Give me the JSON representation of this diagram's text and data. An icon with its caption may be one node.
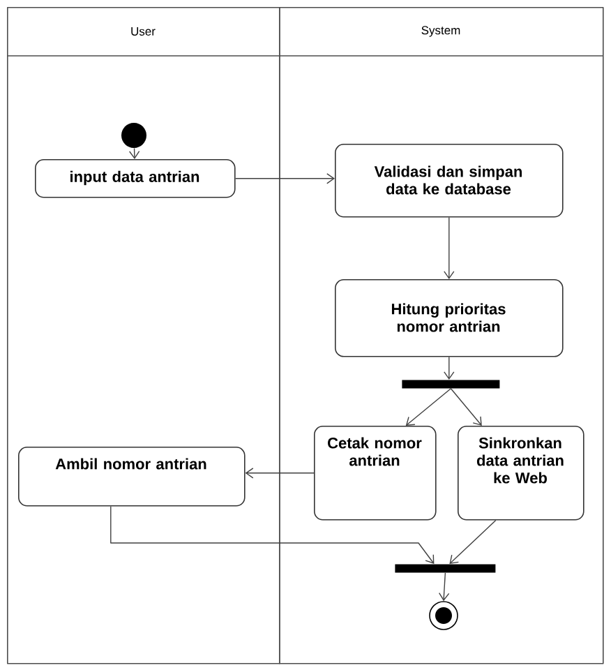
{
  "diagram": {
    "nodes": [
      {
        "text": [
          "User"
        ]
      },
      {
        "text": [
          "System"
        ]
      },
      {
        "text": [],
        "shape": "circle",
        "in": 0
      },
      {
        "text": [
          "input data antrian"
        ],
        "in": 0
      },
      {
        "text": [
          "Validasi dan simpan data ke database"
        ],
        "in": 1
      },
      {
        "text": [
          "Hitung prioritas nomor antrian"
        ],
        "in": 1
      },
      {
        "text": [],
        "shape": "bar",
        "in": 1
      },
      {
        "text": [
          "Cetak nomor antrian"
        ],
        "in": 1
      },
      {
        "text": [
          "Sinkronkan data antrian ke Web"
        ],
        "in": 1
      },
      {
        "text": [
          "Ambil nomor antrian"
        ],
        "in": 0
      },
      {
        "text": [],
        "shape": "bar",
        "in": 1
      },
      {
        "text": [],
        "shape": "circle",
        "in": 1
      }
    ],
    "edges": [
      {
        "from": 2,
        "to": 3,
        "arrow": "to"
      },
      {
        "from": 3,
        "to": 4,
        "arrow": "to"
      },
      {
        "from": 4,
        "to": 5,
        "arrow": "to"
      },
      {
        "from": 5,
        "to": 6,
        "arrow": "to"
      },
      {
        "from": 6,
        "to": 7,
        "arrow": "to"
      },
      {
        "from": 6,
        "to": 8,
        "arrow": "to"
      },
      {
        "from": 7,
        "to": 9,
        "arrow": "to"
      },
      {
        "from": 9,
        "to": 10,
        "arrow": "to"
      },
      {
        "from": 8,
        "to": 10,
        "arrow": "to"
      },
      {
        "from": 10,
        "to": 11,
        "arrow": "to"
      }
    ]
  }
}
